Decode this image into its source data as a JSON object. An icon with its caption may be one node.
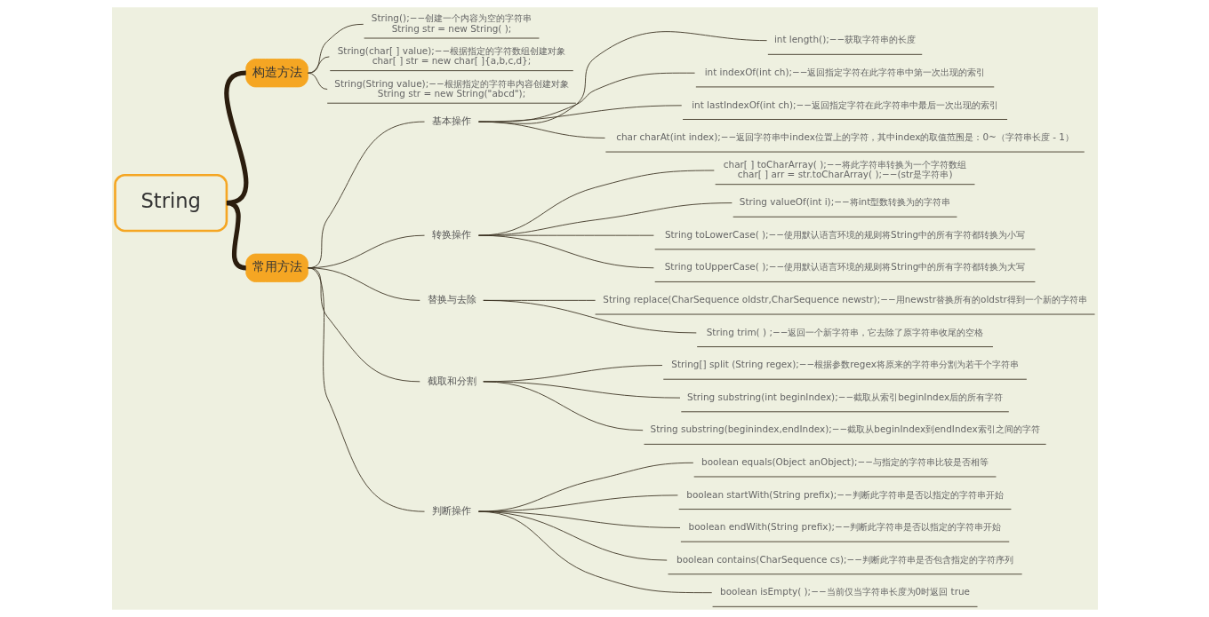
{
  "diagram": {
    "nodes": [
      {
        "text": [
          "String"
        ]
      },
      {
        "text": [
          "构造方法"
        ]
      },
      {
        "text": [
          "String();−−创建一个内容为空的字符串",
          "String str = new String( );"
        ]
      },
      {
        "text": [
          "String(char[ ] value);−−根据指定的字符数组创建对象",
          "char[ ] str = new char[ ]{a,b,c,d};"
        ]
      },
      {
        "text": [
          "String(String value);−−根据指定的字符串内容创建对象",
          "String str = new String(\"abcd\");"
        ]
      },
      {
        "text": [
          "常用方法"
        ]
      },
      {
        "text": [
          "基本操作"
        ]
      },
      {
        "text": [
          "int length();−−获取字符串的长度"
        ]
      },
      {
        "text": [
          "int indexOf(int ch);−−返回指定字符在此字符串中第一次出现的索引"
        ]
      },
      {
        "text": [
          "int lastIndexOf(int ch);−−返回指定字符在此字符串中最后一次出现的索引"
        ]
      },
      {
        "text": [
          "char charAt(int index);−−返回字符串中index位置上的字符，其中index的取值范围是：0~（字符串长度 - 1）"
        ]
      },
      {
        "text": [
          "转换操作"
        ]
      },
      {
        "text": [
          "char[ ] toCharArray( );−−将此字符串转换为一个字符数组",
          "char[ ] arr = str.toCharArray( );−−(str是字符串)"
        ]
      },
      {
        "text": [
          "String valueOf(int i);−−将int型数转换为的字符串"
        ]
      },
      {
        "text": [
          "String toLowerCase( );−−使用默认语言环境的规则将String中的所有字符都转换为小写"
        ]
      },
      {
        "text": [
          "String toUpperCase( );−−使用默认语言环境的规则将String中的所有字符都转换为大写"
        ]
      },
      {
        "text": [
          "替换与去除"
        ]
      },
      {
        "text": [
          "String replace(CharSequence oldstr,CharSequence newstr);−−用newstr替换所有的oldstr得到一个新的字符串"
        ]
      },
      {
        "text": [
          "String trim( ) ;−−返回一个新字符串，它去除了原字符串收尾的空格"
        ]
      },
      {
        "text": [
          "截取和分割"
        ]
      },
      {
        "text": [
          "String[] split (String regex);−−根据参数regex将原来的字符串分割为若干个字符串"
        ]
      },
      {
        "text": [
          "String substring(int beginIndex);−−截取从索引beginIndex后的所有字符"
        ]
      },
      {
        "text": [
          "String substring(beginindex,endIndex);−−截取从beginIndex到endIndex索引之间的字符"
        ]
      },
      {
        "text": [
          "判断操作"
        ]
      },
      {
        "text": [
          "boolean equals(Object anObject);−−与指定的字符串比较是否相等"
        ]
      },
      {
        "text": [
          "boolean startWith(String prefix);−−判断此字符串是否以指定的字符串开始"
        ]
      },
      {
        "text": [
          "boolean endWith(String prefix);−−判断此字符串是否以指定的字符串开始"
        ]
      },
      {
        "text": [
          "boolean contains(CharSequence cs);−−判断此字符串是否包含指定的字符序列"
        ]
      },
      {
        "text": [
          "boolean isEmpty( );−−当前仅当字符串长度为0时返回 true"
        ]
      }
    ],
    "edges": [
      {
        "from": 0,
        "to": 1,
        "arrow": "none",
        "style": "thick",
        "color": "#2b1d0e"
      },
      {
        "from": 1,
        "to": 2,
        "arrow": "none"
      },
      {
        "from": 1,
        "to": 3,
        "arrow": "none"
      },
      {
        "from": 1,
        "to": 4,
        "arrow": "none"
      },
      {
        "from": 0,
        "to": 5,
        "arrow": "none",
        "style": "thick",
        "color": "#2b1d0e"
      },
      {
        "from": 5,
        "to": 6,
        "arrow": "none"
      },
      {
        "from": 6,
        "to": 7,
        "arrow": "none"
      },
      {
        "from": 6,
        "to": 8,
        "arrow": "none"
      },
      {
        "from": 6,
        "to": 9,
        "arrow": "none"
      },
      {
        "from": 6,
        "to": 10,
        "arrow": "none"
      },
      {
        "from": 5,
        "to": 11,
        "arrow": "none"
      },
      {
        "from": 11,
        "to": 12,
        "arrow": "none"
      },
      {
        "from": 11,
        "to": 13,
        "arrow": "none"
      },
      {
        "from": 11,
        "to": 14,
        "arrow": "none"
      },
      {
        "from": 11,
        "to": 15,
        "arrow": "none"
      },
      {
        "from": 5,
        "to": 16,
        "arrow": "none"
      },
      {
        "from": 16,
        "to": 17,
        "arrow": "none"
      },
      {
        "from": 16,
        "to": 18,
        "arrow": "none"
      },
      {
        "from": 5,
        "to": 19,
        "arrow": "none"
      },
      {
        "from": 19,
        "to": 20,
        "arrow": "none"
      },
      {
        "from": 19,
        "to": 21,
        "arrow": "none"
      },
      {
        "from": 19,
        "to": 22,
        "arrow": "none"
      },
      {
        "from": 5,
        "to": 23,
        "arrow": "none"
      },
      {
        "from": 23,
        "to": 24,
        "arrow": "none"
      },
      {
        "from": 23,
        "to": 25,
        "arrow": "none"
      },
      {
        "from": 23,
        "to": 26,
        "arrow": "none"
      },
      {
        "from": 23,
        "to": 27,
        "arrow": "none"
      },
      {
        "from": 23,
        "to": 28,
        "arrow": "none"
      }
    ]
  }
}
